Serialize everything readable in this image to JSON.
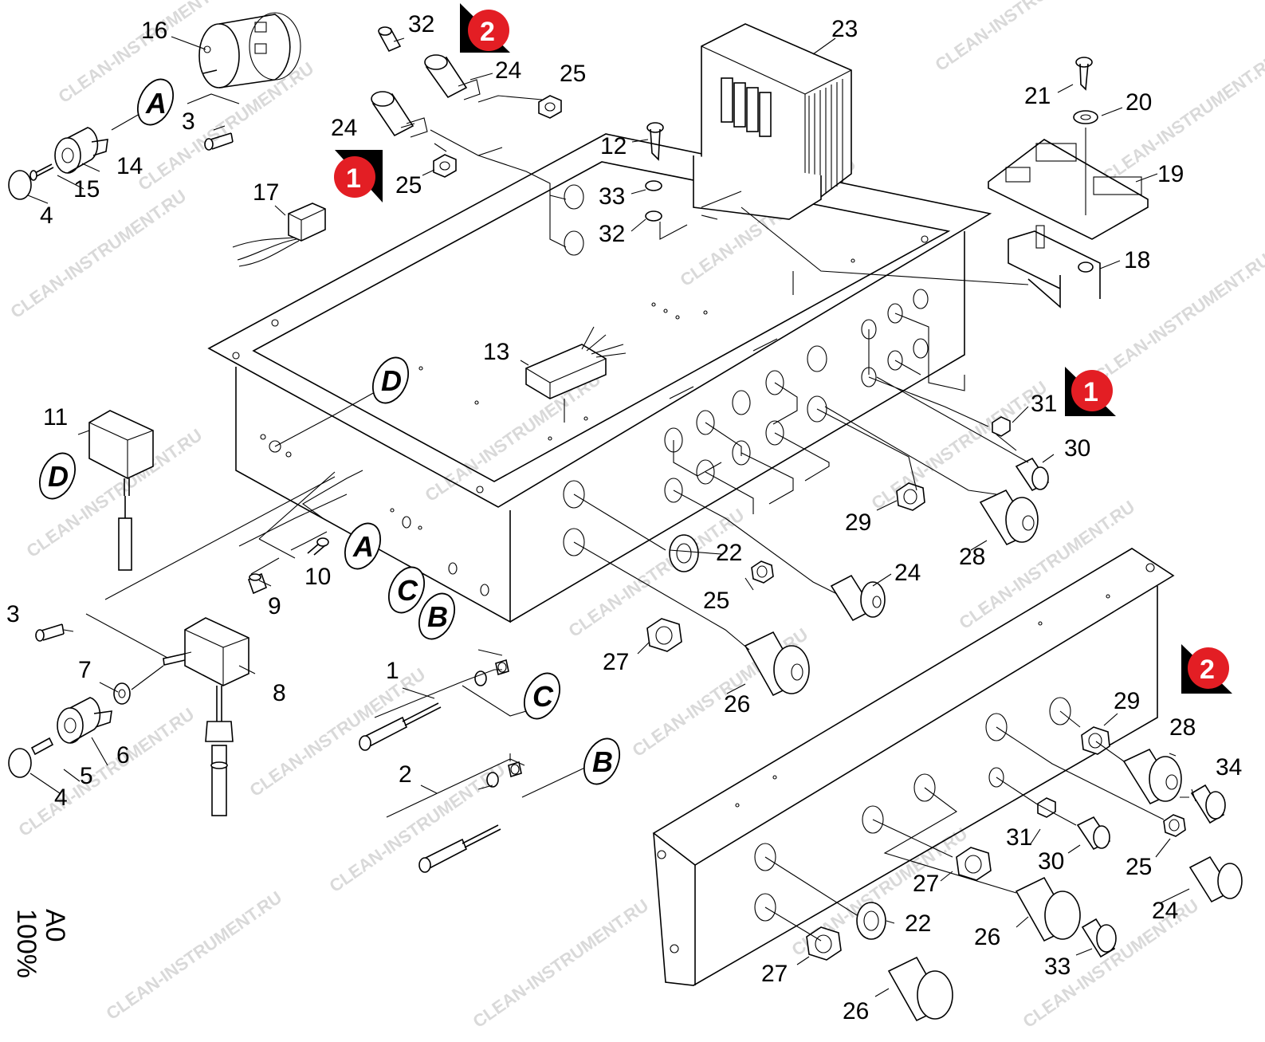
{
  "watermark": "CLEAN-INSTRUMENT.RU",
  "colors": {
    "badge": "#e31e24",
    "badge_text": "#ffffff",
    "line": "#000000",
    "watermark": "#d9d9d9"
  },
  "scale": {
    "paper": "A0",
    "zoom": "100%"
  },
  "badges": [
    "1",
    "2",
    "1",
    "2"
  ],
  "detail_markers": [
    "A",
    "A",
    "B",
    "B",
    "C",
    "C",
    "D",
    "D"
  ],
  "part_numbers": [
    "16",
    "32",
    "24",
    "25",
    "24",
    "25",
    "3",
    "14",
    "15",
    "4",
    "17",
    "12",
    "33",
    "32",
    "23",
    "21",
    "20",
    "19",
    "18",
    "13",
    "11",
    "31",
    "30",
    "29",
    "28",
    "22",
    "25",
    "24",
    "27",
    "26",
    "10",
    "9",
    "3",
    "7",
    "8",
    "6",
    "5",
    "4",
    "1",
    "2",
    "29",
    "28",
    "34",
    "31",
    "30",
    "25",
    "24",
    "27",
    "26",
    "33",
    "22",
    "27",
    "26"
  ]
}
